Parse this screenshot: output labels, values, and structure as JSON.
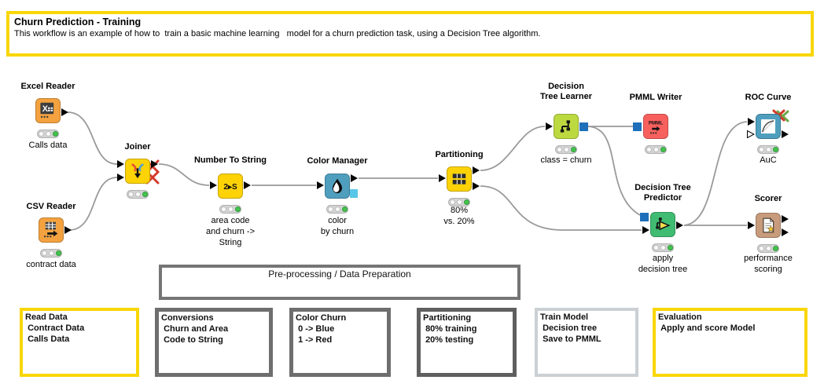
{
  "header": {
    "title": "Churn Prediction - Training",
    "description": "This workflow is an example of how to  train a basic machine learning   model for a churn prediction task, using a Decision Tree algorithm."
  },
  "nodes": {
    "excel_reader": {
      "title": "Excel Reader",
      "label": "Calls data",
      "status": "executed"
    },
    "csv_reader": {
      "title": "CSV Reader",
      "label": "contract data",
      "status": "executed"
    },
    "joiner": {
      "title": "Joiner",
      "status": "executed"
    },
    "number_to_string": {
      "title": "Number To String",
      "label": "area code\nand churn ->\nString",
      "icon_text": "2▸S",
      "status": "executed"
    },
    "color_manager": {
      "title": "Color Manager",
      "label": "color\nby churn",
      "status": "executed"
    },
    "partitioning": {
      "title": "Partitioning",
      "label": "80%\nvs. 20%",
      "status": "executed"
    },
    "decision_tree_learner": {
      "title": "Decision\nTree Learner",
      "label": "class = churn",
      "status": "executed"
    },
    "pmml_writer": {
      "title": "PMML Writer",
      "icon_text": "PMML",
      "status": "executed"
    },
    "roc_curve": {
      "title": "ROC Curve",
      "label": "AuC",
      "status": "executed"
    },
    "decision_tree_predictor": {
      "title": "Decision Tree\nPredictor",
      "label": "apply\ndecision tree",
      "status": "executed"
    },
    "scorer": {
      "title": "Scorer",
      "label": "performance\nscoring",
      "status": "executed"
    }
  },
  "annotations": {
    "preprocessing": "Pre-processing / Data Preparation",
    "boxes": [
      {
        "text": "Read Data\n Contract Data\n Calls Data"
      },
      {
        "text": "Conversions\n Churn and Area\n Code to String"
      },
      {
        "text": "Color Churn\n 0 -> Blue\n 1 -> Red"
      },
      {
        "text": "Partitioning\n 80% training\n 20% testing"
      },
      {
        "text": "Train Model\n Decision tree\n Save to PMML"
      },
      {
        "text": "Evaluation\n Apply and score Model"
      }
    ]
  },
  "colors": {
    "annotation_yellow": "#F9D606",
    "annotation_gray_dark": "#6E6E6E",
    "annotation_gray_light": "#CBD0D4",
    "node_orange": "#F4A23F",
    "node_yellow": "#FDD306",
    "node_blue": "#4F9EBE",
    "node_lime": "#BCDA40",
    "node_red": "#F8605E",
    "node_green": "#3FBC72",
    "node_tan": "#C79B7C",
    "model_port_blue": "#1E6FBA",
    "traffic_light_green": "#44C34F",
    "error_x_red": "#D43A2A",
    "wire_gray": "#9A9A9A"
  }
}
